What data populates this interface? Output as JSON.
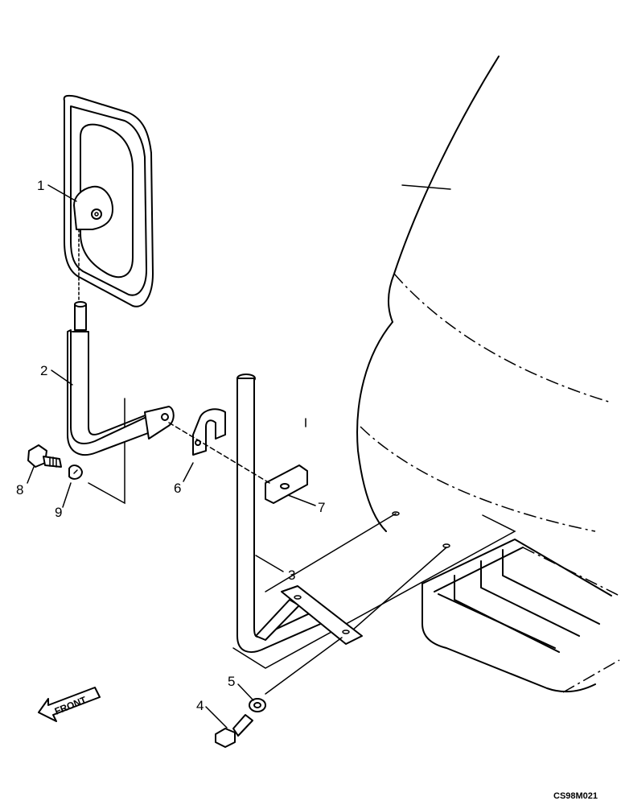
{
  "diagram": {
    "callouts": [
      {
        "id": "1",
        "label": "1"
      },
      {
        "id": "2",
        "label": "2"
      },
      {
        "id": "3",
        "label": "3"
      },
      {
        "id": "4",
        "label": "4"
      },
      {
        "id": "5",
        "label": "5"
      },
      {
        "id": "6",
        "label": "6"
      },
      {
        "id": "7",
        "label": "7"
      },
      {
        "id": "8",
        "label": "8"
      },
      {
        "id": "9",
        "label": "9"
      }
    ],
    "front_label": "FRONT",
    "drawing_code": "CS98M021"
  }
}
